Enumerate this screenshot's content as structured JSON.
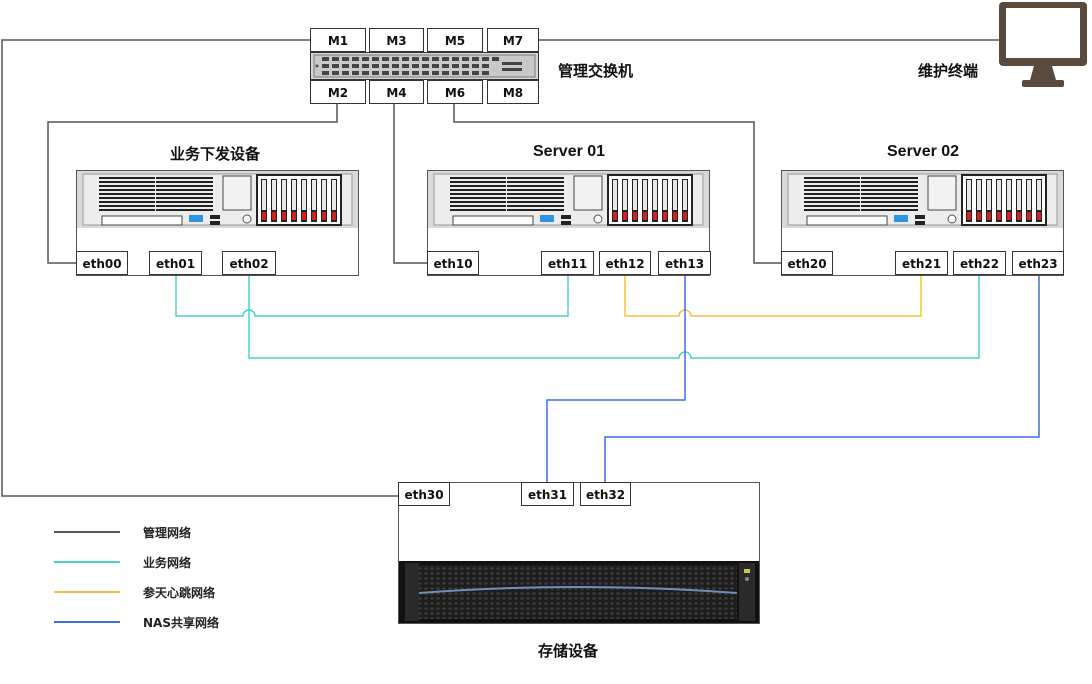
{
  "switch": {
    "label": "管理交换机",
    "ports_top": [
      "M1",
      "M3",
      "M5",
      "M7"
    ],
    "ports_bottom": [
      "M2",
      "M4",
      "M6",
      "M8"
    ]
  },
  "terminal": {
    "label": "维护终端"
  },
  "device_business": {
    "label": "业务下发设备",
    "ports": [
      "eth00",
      "eth01",
      "eth02"
    ]
  },
  "server01": {
    "label": "Server 01",
    "ports": [
      "eth10",
      "eth11",
      "eth12",
      "eth13"
    ]
  },
  "server02": {
    "label": "Server 02",
    "ports": [
      "eth20",
      "eth21",
      "eth22",
      "eth23"
    ]
  },
  "storage": {
    "label": "存储设备",
    "ports": [
      "eth30",
      "eth31",
      "eth32"
    ]
  },
  "legend": [
    {
      "label": "管理网络",
      "color": "#555555"
    },
    {
      "label": "业务网络",
      "color": "#4fd1c5"
    },
    {
      "label": "参天心跳网络",
      "color": "#f6c244"
    },
    {
      "label": "NAS共享网络",
      "color": "#3b6fe0"
    }
  ],
  "colors": {
    "management": "#555555",
    "business": "#4fd1c5",
    "heartbeat": "#f6c244",
    "nas": "#3b6fe0"
  }
}
